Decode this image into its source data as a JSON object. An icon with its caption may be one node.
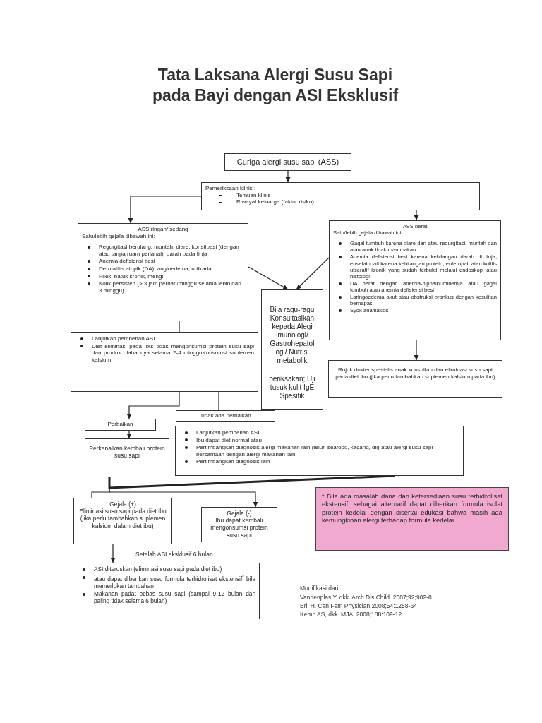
{
  "diagram": {
    "title": "Tata Laksana Alergi Susu Sapi pada Bayi dengan ASI Eksklusif",
    "nodes": [
      {
        "text": [
          "Curiga alergi susu sapi (ASS)"
        ]
      },
      {
        "text": [
          "Pemeriksaan klinis :",
          "Temuan klinis",
          "Riwayat keluarga (faktor risiko)"
        ]
      },
      {
        "text": [
          "ASS ringan/ sedang",
          "Satu/lebih gejala dibawah ini:",
          "Regurgitasi berulang, muntah, diare, konstipasi (dengan atau tanpa ruam perianal), darah pada tinja",
          "Anemia defisiensi besi",
          "Dermatitis atopik (DA), angioedema, urtikaria",
          "Pilek, batuk kronik, mengi",
          "Kolik persisten (> 3 jam perhari/minggu selama lebih dari 3 minggu)"
        ]
      },
      {
        "text": [
          "ASS berat",
          "Satu/lebih gejala dibawah ini:",
          "Gagal tumbuh karena diare dan atau regurgitasi, muntah dan atau anak tidak mau makan",
          "Anemia defisiensi besi karena kehilangan darah di tinja, ensefalopati karena kehilangan protein, enteropati atau kolitis ulseratif kronik yang sudah terbukti melalui endoskopi atau histologi",
          "DA berat dengan anemia-hipoalbuminemia atau gagal tumbuh atau anemia defisiensi besi",
          "Laringoedema akut atau obstruksi bronkus dengan kesulitan bernapas",
          "Syok anafilaksis"
        ]
      },
      {
        "text": [
          "Bila ragu-ragu Konsultasikan kepada Alegi imunologi/ Gastrohepatol ogi/ Nutrisi metabolik",
          "periksakan; Uji tusuk kulit IgE Spesifik"
        ]
      },
      {
        "text": [
          "Lanjutkan pemberian ASI",
          "Diet eliminasi pada ibu: tidak mengonsumsi protein susu sapi dan produk olahannya selama 2-4 mingguKonsumsi suplemen kalsium"
        ]
      },
      {
        "text": [
          "Rujuk dokter spesialis anak konsultan dan eliminasi susu sapi pada diet ibu (jika perlu tambahkan suplemen kalsium pada ibu)"
        ]
      },
      {
        "text": [
          "Tidak ada perbaikan"
        ]
      },
      {
        "text": [
          "Perbaikan"
        ]
      },
      {
        "text": [
          "Lanjutkan pemberian ASI",
          "Ibu dapat diet normal atau",
          "Pertimbangkan diagnosis alergi makanan lain (telur, seafood, kacang, dll) atau alergi susu sapi bersamaan dengan alergi makanan lain",
          "Pertimbangkan diagnosis lain"
        ]
      },
      {
        "text": [
          "Perkenalkan kembali protein susu sapi"
        ]
      },
      {
        "text": [
          "Gejala (+)",
          "Eliminasi susu sapi pada diet ibu (jika perlu tambahkan suplemen kalsium dalam diet ibu)"
        ]
      },
      {
        "text": [
          "Gejala (-)",
          "Ibu dapat kembali mengonsumsi protein susu sapi"
        ]
      },
      {
        "text": [
          "* Bila ada masalah dana dan ketersediaan susu terhidrolisat ekstensif, sebagai alternatif dapat diberikan formula isolat protein kedelai dengan disertai edukasi bahwa masih ada kemungkinan alergi terhadap formula kedelai"
        ]
      },
      {
        "text": [
          "ASI diteruskan (eliminasi susu sapi pada diet ibu)",
          "atau dapat diberikan susu formula terhidrolisat ekstensif$^{*}$ bila memerlukan tambahan",
          "Makanan padat bebas susu sapi (sampai 9-12 bulan dan paling tidak selama 6 bulan)"
        ]
      }
    ],
    "edges": [
      {
        "from": 0,
        "to": 1,
        "arrow": "to"
      },
      {
        "from": 1,
        "to": 2,
        "arrow": "to"
      },
      {
        "from": 1,
        "to": 3,
        "arrow": "to"
      },
      {
        "from": 2,
        "to": 4,
        "arrow": "to"
      },
      {
        "from": 3,
        "to": 4,
        "arrow": "to"
      },
      {
        "from": 2,
        "to": 5,
        "arrow": "none"
      },
      {
        "from": 3,
        "to": 6,
        "arrow": "to"
      },
      {
        "from": 5,
        "to": 8,
        "arrow": "to"
      },
      {
        "from": 5,
        "to": 7,
        "arrow": "none"
      },
      {
        "from": 8,
        "to": 10,
        "arrow": "to"
      },
      {
        "from": 10,
        "to": 11,
        "arrow": "none"
      },
      {
        "from": 10,
        "to": 12,
        "arrow": "to"
      },
      {
        "from": 11,
        "to": 14,
        "arrow": "to",
        "label": "Setelah ASI eksklusif 6 bulan"
      },
      {
        "from": 10,
        "to": 9,
        "arrow": "none",
        "style": "thick"
      }
    ],
    "labels": [
      "Modifikasi dari:",
      "Vandenplas Y, dkk. Arch Dis Child. 2007;92;902-8",
      "Bril H. Can Fam Physician 2008;54:1258-64",
      "Kemp AS, dkk. MJA. 2008;188:109-12"
    ]
  }
}
